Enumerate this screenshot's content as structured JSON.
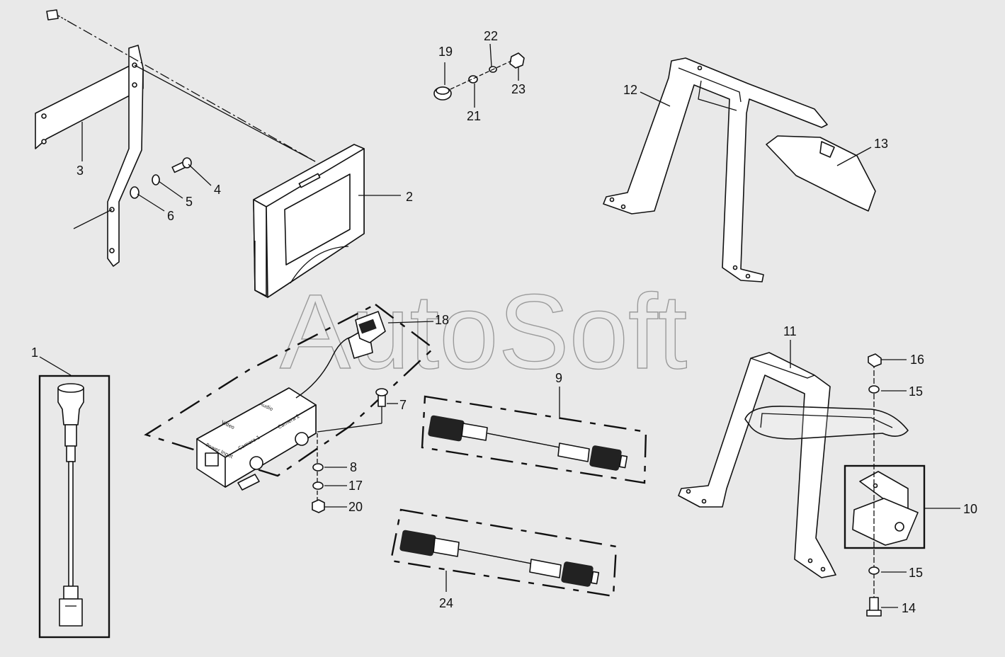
{
  "watermark": "AutoSoft",
  "module_labels": {
    "power_input": "Power Input",
    "video": "Video",
    "audio": "Audio",
    "camera_1": "Camera 1",
    "camera_2": "Camera 2"
  },
  "callouts": {
    "c1": "1",
    "c2": "2",
    "c3": "3",
    "c4": "4",
    "c5": "5",
    "c6": "6",
    "c7": "7",
    "c8": "8",
    "c9": "9",
    "c10": "10",
    "c11": "11",
    "c12": "12",
    "c13": "13",
    "c14": "14",
    "c15a": "15",
    "c15b": "15",
    "c16": "16",
    "c17": "17",
    "c18": "18",
    "c19": "19",
    "c20": "20",
    "c21": "21",
    "c22": "22",
    "c23": "23",
    "c24": "24"
  }
}
